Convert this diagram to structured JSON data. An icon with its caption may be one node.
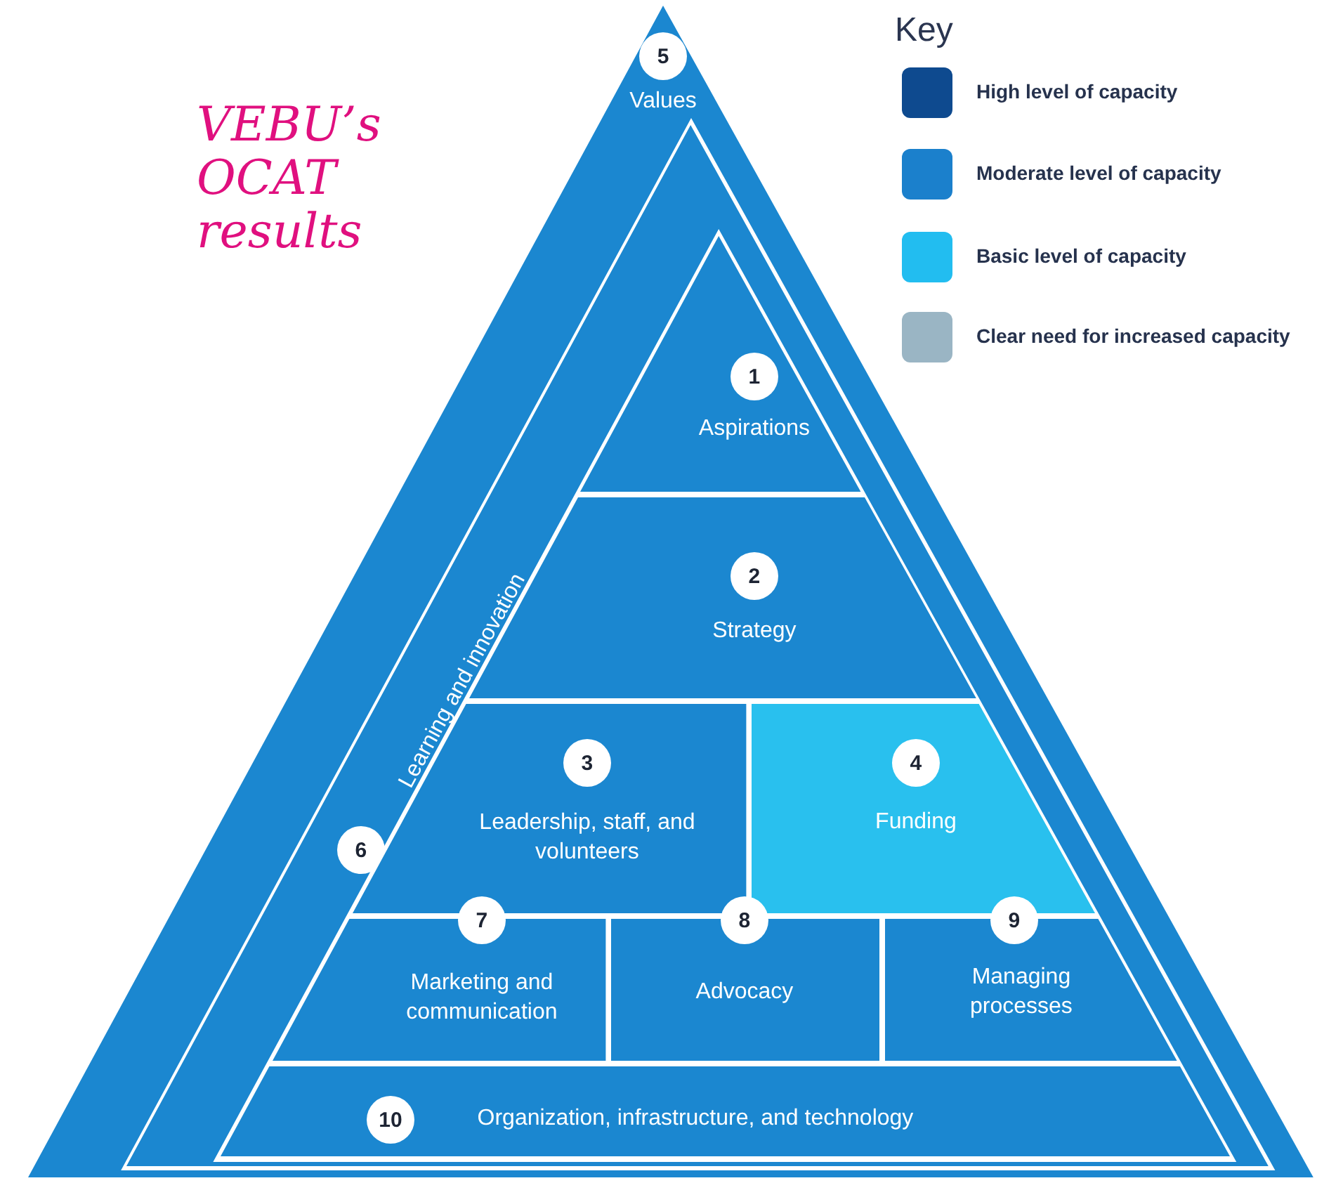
{
  "diagram": {
    "title": "VEBU’s OCAT results",
    "nodes": [
      {
        "text": [
          "1",
          "Aspirations"
        ],
        "in": 5
      },
      {
        "text": [
          "2",
          "Strategy"
        ],
        "in": 5
      },
      {
        "text": [
          "3",
          "Leadership, staff, and volunteers"
        ],
        "in": 5
      },
      {
        "text": [
          "4",
          "Funding"
        ],
        "in": 5
      },
      {
        "text": [
          "5",
          "Values"
        ]
      },
      {
        "text": [
          "6",
          "Learning and innovation"
        ],
        "in": 4
      },
      {
        "text": [
          "7",
          "Marketing and communication"
        ],
        "in": 5
      },
      {
        "text": [
          "8",
          "Advocacy"
        ],
        "in": 5
      },
      {
        "text": [
          "9",
          "Managing processes"
        ],
        "in": 5
      },
      {
        "text": [
          "10",
          "Organization, infrastructure, and technology"
        ],
        "in": 5
      }
    ],
    "labels": [
      "Key"
    ],
    "legend": [
      {
        "text": "High level of capacity",
        "color": "#0e4a8f"
      },
      {
        "text": "Moderate level of capacity",
        "color": "#1b80cc"
      },
      {
        "text": "Basic level of capacity",
        "color": "#22bdf0"
      },
      {
        "text": "Clear need for increased capacity",
        "color": "#9ab5c4"
      }
    ]
  }
}
